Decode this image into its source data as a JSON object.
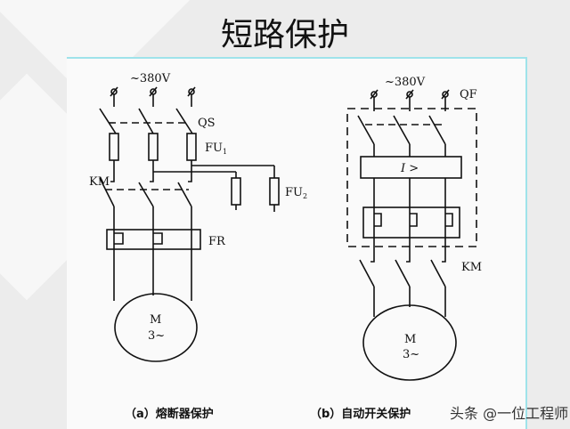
{
  "title": "短路保护",
  "diagram_a": {
    "voltage": "~380V",
    "labels": {
      "qs": "QS",
      "fu1": "FU",
      "fu1_sub": "1",
      "fu2": "FU",
      "fu2_sub": "2",
      "km": "KM",
      "fr": "FR",
      "motor": "M",
      "motor_phase": "3~"
    },
    "caption": "（a）熔断器保护"
  },
  "diagram_b": {
    "voltage": "~380V",
    "labels": {
      "qf": "QF",
      "trip": "I >",
      "km": "KM",
      "motor": "M",
      "motor_phase": "3~"
    },
    "caption": "（b）自动开关保护"
  },
  "watermark": "头条 @一位工程师"
}
